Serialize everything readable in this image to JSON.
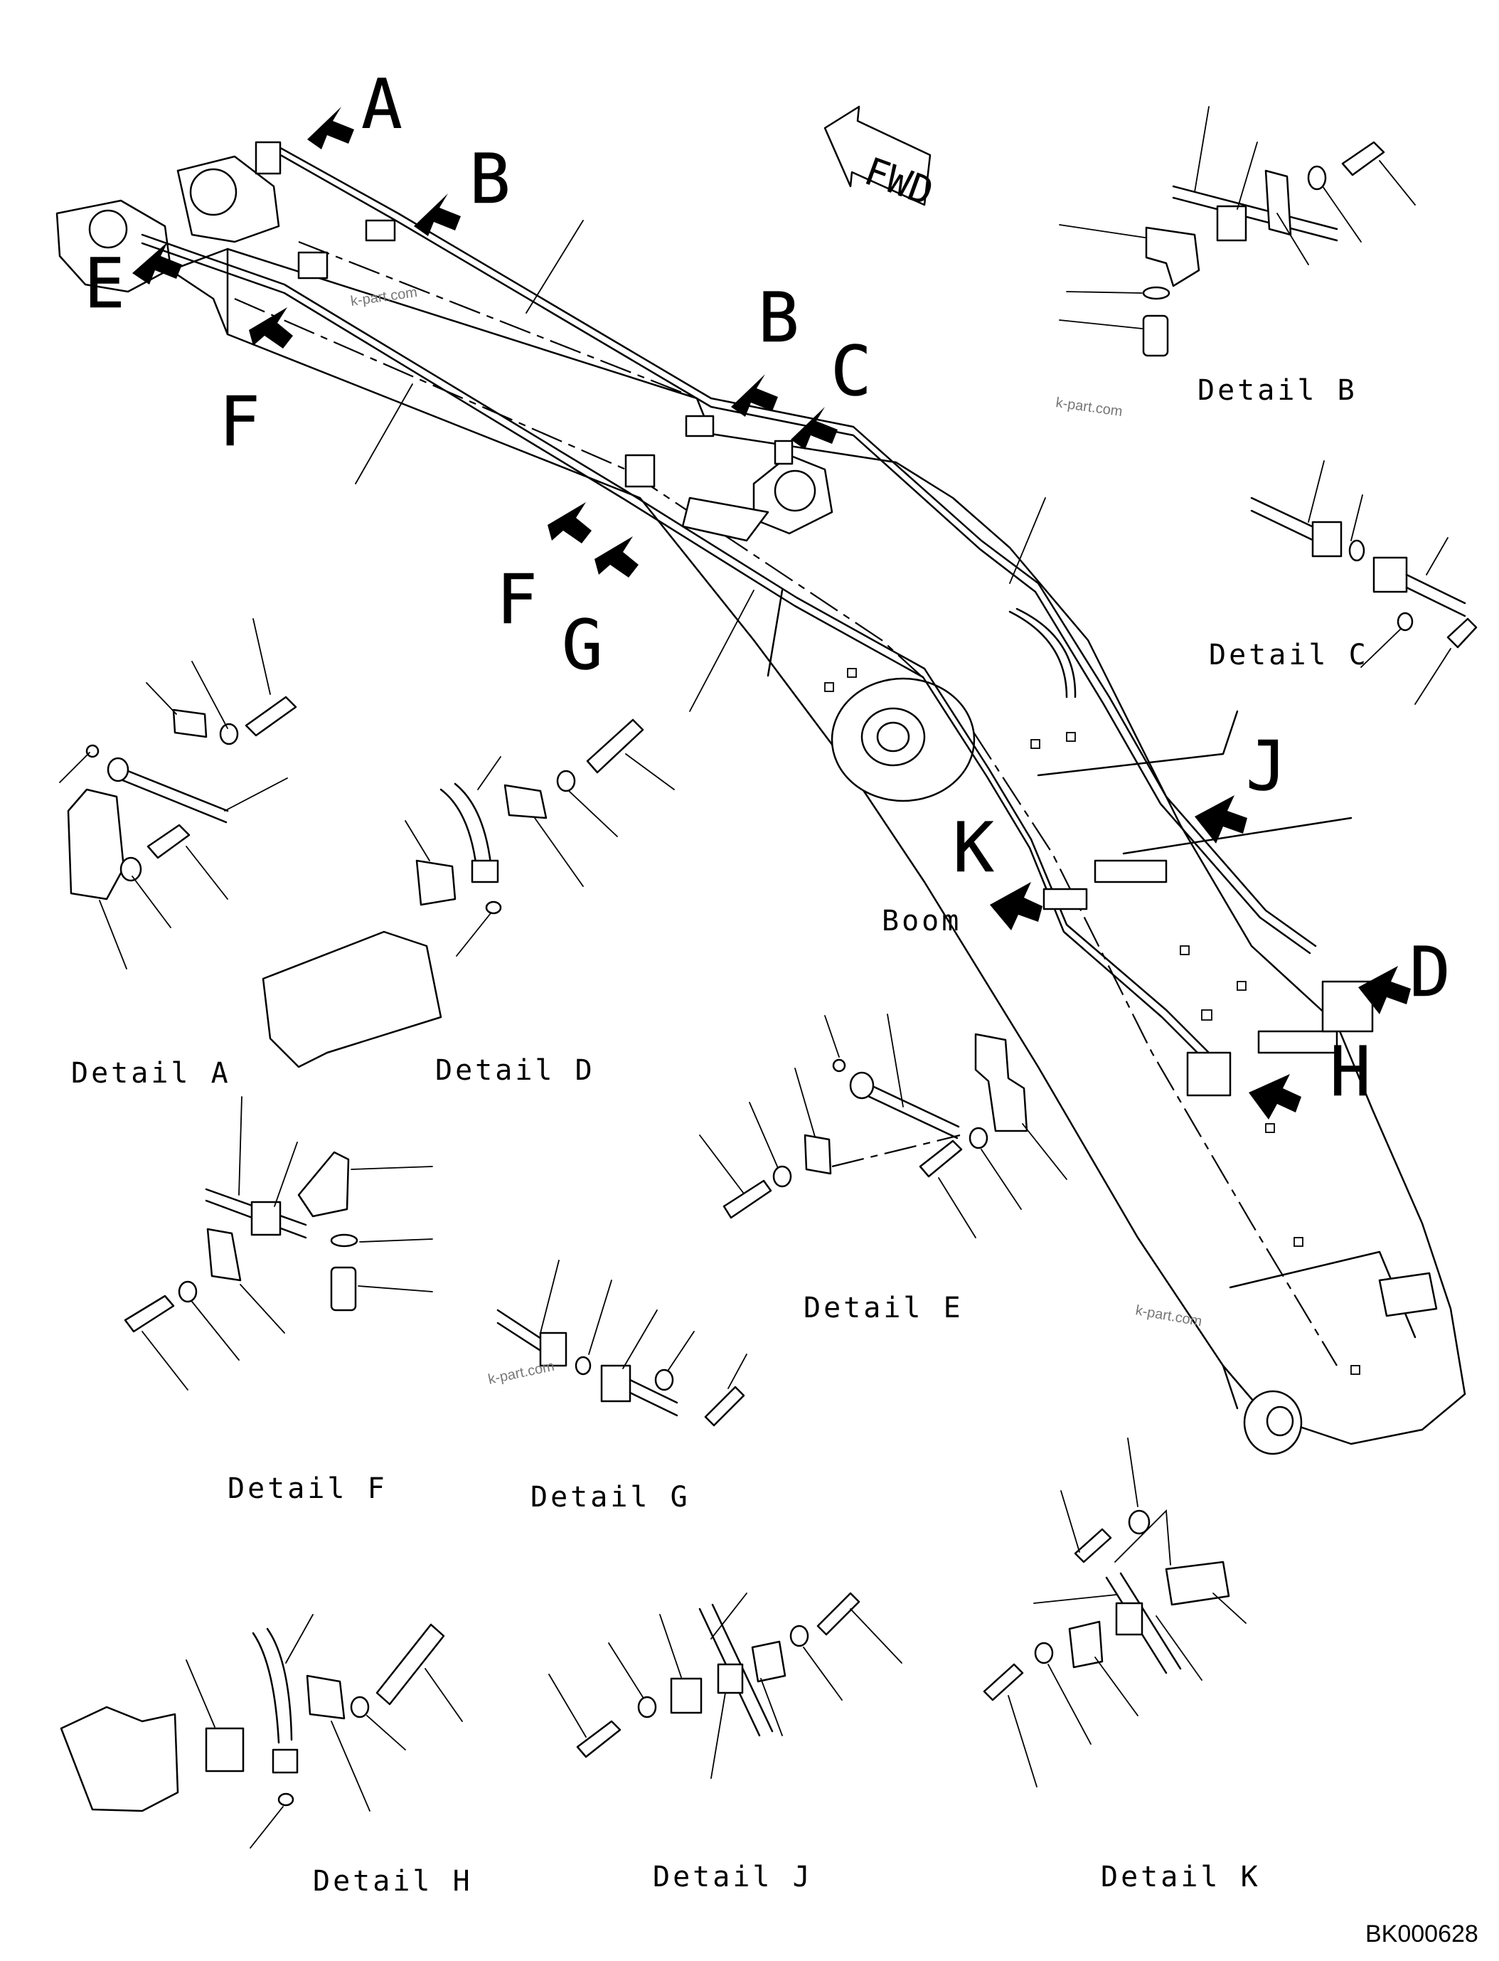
{
  "callouts": {
    "a": "A",
    "b_top": "B",
    "b_mid": "B",
    "c": "C",
    "d": "D",
    "e": "E",
    "f_left": "F",
    "f_mid": "F",
    "g": "G",
    "h": "H",
    "j": "J",
    "k": "K"
  },
  "boom_label": "Boom",
  "fwd_label": "FWD",
  "details": {
    "a": "Detail A",
    "b": "Detail B",
    "c": "Detail C",
    "d": "Detail D",
    "e": "Detail E",
    "f": "Detail F",
    "g": "Detail G",
    "h": "Detail H",
    "j": "Detail J",
    "k": "Detail K"
  },
  "watermarks": [
    "k-part.com",
    "k-part.com",
    "k-part.com",
    "k-part.com"
  ],
  "drawing_code": "BK000628",
  "colors": {
    "line": "#000000",
    "background": "#ffffff",
    "watermark": "#777777"
  }
}
